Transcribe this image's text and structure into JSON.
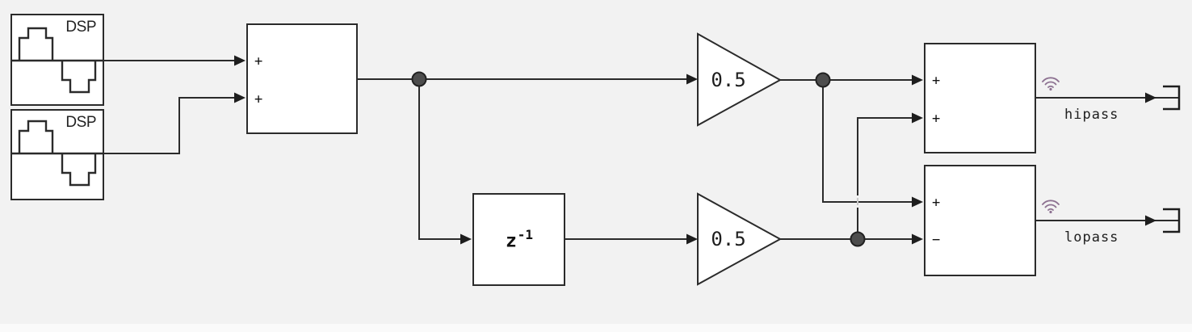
{
  "diagram": {
    "colors": {
      "background": "#f2f2f2",
      "stroke": "#2b2b2b",
      "block_fill": "#ffffff",
      "junction_fill": "#4d4d4d",
      "wifi_icon": "#8d7191"
    },
    "dsp_block_1": {
      "label": "DSP"
    },
    "dsp_block_2": {
      "label": "DSP"
    },
    "adder": {
      "input_top": "+",
      "input_bottom": "+"
    },
    "gain_top": {
      "label": "0.5"
    },
    "gain_bottom": {
      "label": "0.5"
    },
    "delay_block": {
      "base": "z",
      "exponent": "-1"
    },
    "hipass_adder": {
      "input_top": "+",
      "input_bottom": "+"
    },
    "lopass_subtractor": {
      "input_top": "+",
      "input_bottom": "−"
    },
    "output_hipass": {
      "label": "hipass"
    },
    "output_lopass": {
      "label": "lopass"
    }
  }
}
